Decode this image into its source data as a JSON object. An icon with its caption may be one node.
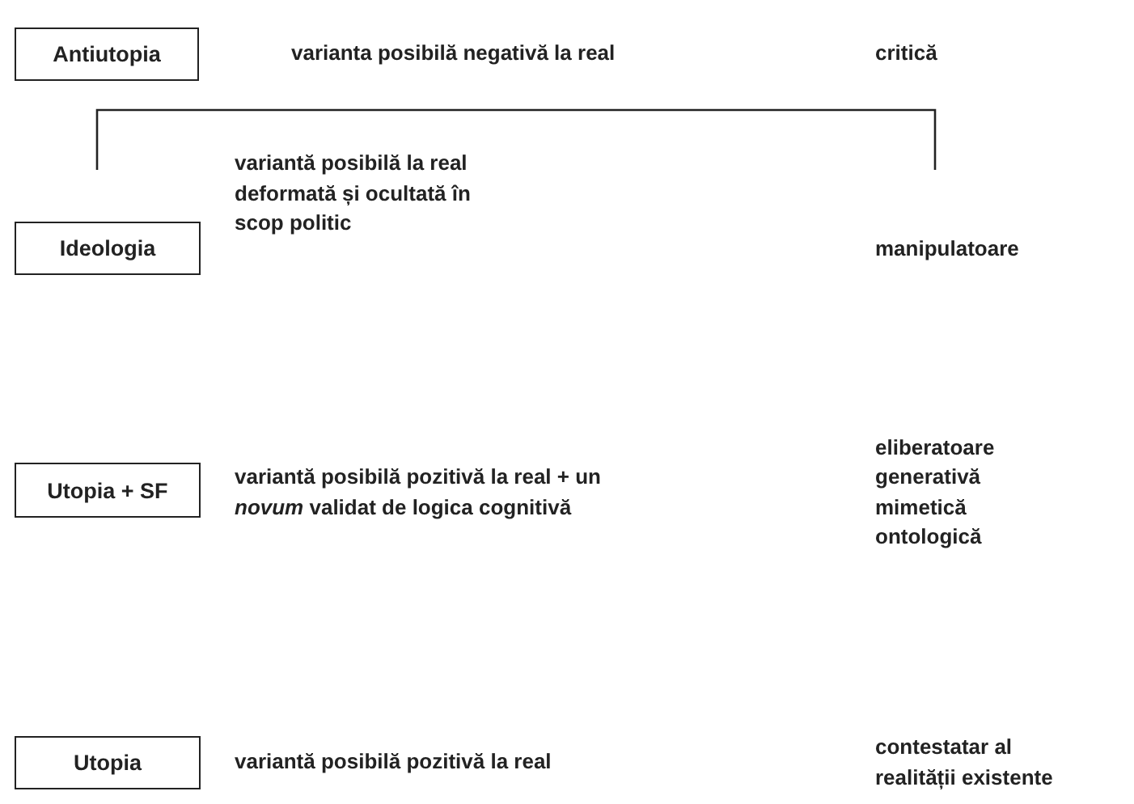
{
  "diagram": {
    "nodes": [
      {
        "text": [
          "Antiutopia"
        ]
      },
      {
        "text": [
          "Ideologia"
        ]
      },
      {
        "text": [
          "Utopia + SF"
        ]
      },
      {
        "text": [
          "Utopia"
        ]
      }
    ],
    "labels": [
      "varianta posibilă negativă la real",
      "critică",
      "variantă posibilă la real deformată și ocultată în scop politic",
      "manipulatoare",
      "eliberatoare",
      "variantă posibilă pozitivă la real + un *novum* validat de logica cognitivă",
      "generativă",
      "mimetică",
      "ontologică",
      "variantă posibilă pozitivă la real",
      "contestatar al realității existente"
    ]
  }
}
